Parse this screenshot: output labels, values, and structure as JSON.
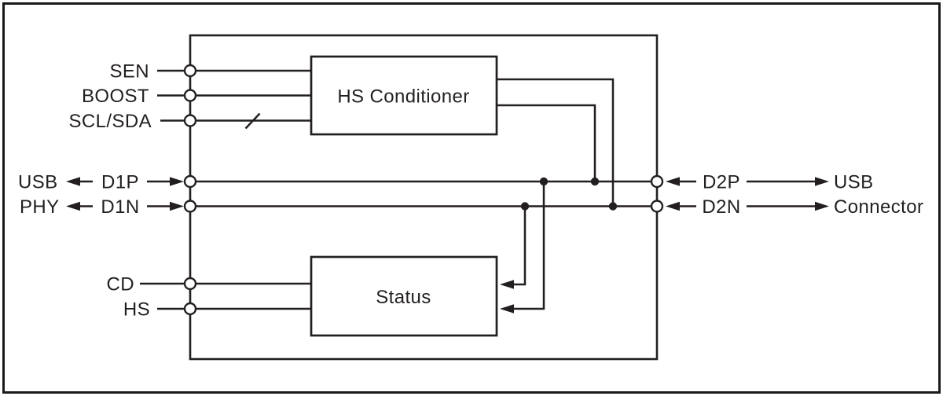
{
  "colors": {
    "line": "#231f20",
    "border": "#1a1a1a",
    "background": "#ffffff"
  },
  "chip": {
    "hs_conditioner_label": "HS Conditioner",
    "status_label": "Status"
  },
  "pins": {
    "sen": "SEN",
    "boost": "BOOST",
    "scl_sda": "SCL/SDA",
    "d1p": "D1P",
    "d1n": "D1N",
    "cd": "CD",
    "hs": "HS",
    "d2p": "D2P",
    "d2n": "D2N"
  },
  "external": {
    "usb_phy_line1": "USB",
    "usb_phy_line2": "PHY",
    "usb_connector_line1": "USB",
    "usb_connector_line2": "Connector"
  }
}
